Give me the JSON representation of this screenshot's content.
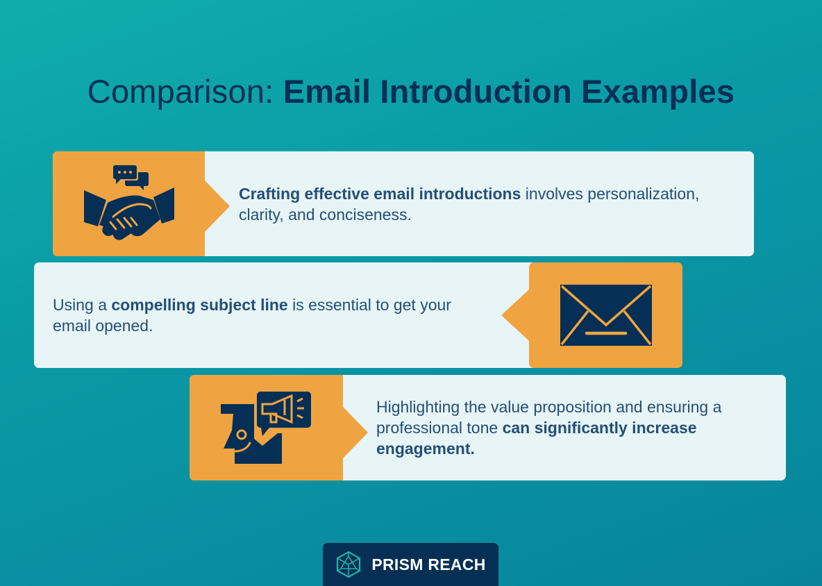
{
  "title": {
    "prefix": "Comparison:",
    "emphasis": "Email Introduction Examples"
  },
  "cards": [
    {
      "icon": "handshake-with-chat-icon",
      "bold": "Crafting effective email introductions",
      "rest": " involves personalization, clarity, and conciseness."
    },
    {
      "icon": "envelope-icon",
      "pre": "Using a ",
      "bold": "compelling subject line",
      "rest": " is essential to get your email opened."
    },
    {
      "icon": "person-megaphone-icon",
      "pre": "Highlighting the value proposition and ensuring a professional tone ",
      "bold": "can significantly increase engagement."
    }
  ],
  "brand": {
    "name": "PRISM REACH",
    "icon": "prism-logo-icon"
  },
  "colors": {
    "background_start": "#0fadab",
    "background_end": "#07849c",
    "accent_orange": "#f0a441",
    "navy": "#052f55",
    "text_blue": "#244e78",
    "panel_light": "#e8f5f6"
  }
}
